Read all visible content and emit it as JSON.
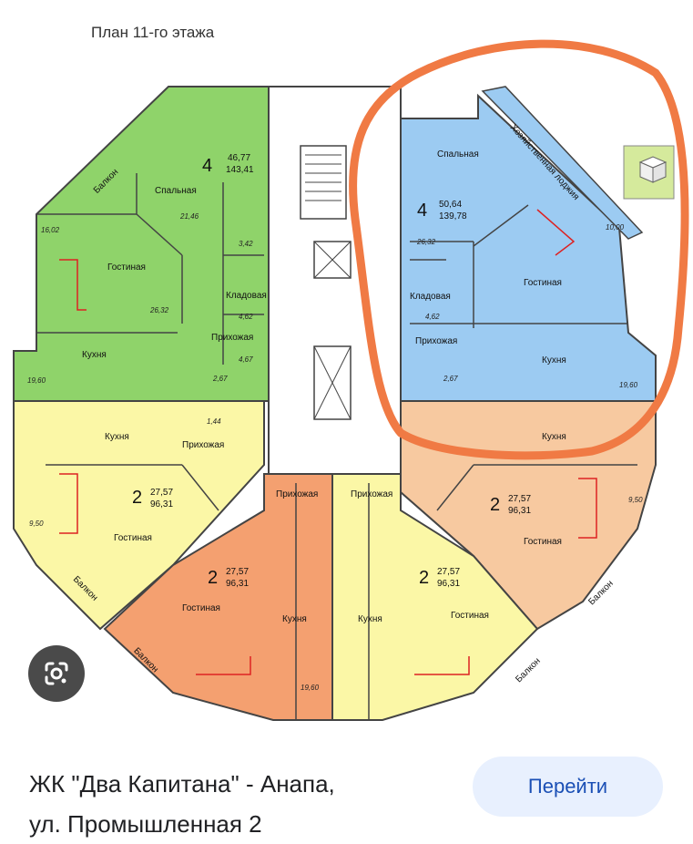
{
  "plan": {
    "title": "План 11-го этажа",
    "rooms": {
      "bedroom": "Спальная",
      "living": "Гостиная",
      "kitchen": "Кухня",
      "hall": "Прихожая",
      "storage": "Кладовая",
      "balcony": "Балкон",
      "utility_loggia": "Хозяйственная лоджия"
    },
    "apartments": [
      {
        "rooms": "4",
        "living_area": "46,77",
        "total_area": "143,41"
      },
      {
        "rooms": "4",
        "living_area": "50,64",
        "total_area": "139,78"
      },
      {
        "rooms": "2",
        "living_area": "27,57",
        "total_area": "96,31"
      },
      {
        "rooms": "2",
        "living_area": "27,57",
        "total_area": "96,31"
      },
      {
        "rooms": "2",
        "living_area": "27,57",
        "total_area": "96,31"
      },
      {
        "rooms": "2",
        "living_area": "27,57",
        "total_area": "96,31"
      }
    ],
    "small_areas": {
      "a": "16,02",
      "b": "21,46",
      "c": "3,42",
      "d": "26,32",
      "e": "4,62",
      "f": "4,67",
      "g": "2,67",
      "h": "19,60",
      "i": "1,44",
      "j": "9,50",
      "k": "10,00",
      "l": "26,32",
      "m": "4,62",
      "n": "2,67",
      "o": "19,60",
      "p": "9,50",
      "q": "19,60"
    }
  },
  "colors": {
    "green": "#8fd36a",
    "blue": "#9ccbf2",
    "yellow": "#fbf7a6",
    "peach": "#f7c9a0",
    "orange": "#f4a070",
    "highlight": "#f07a44"
  },
  "result": {
    "caption_line1": "ЖК \"Два Капитана\" - Анапа,",
    "caption_line2": "ул. Промышленная 2",
    "go_label": "Перейти",
    "lens_icon": "google-lens-icon"
  }
}
